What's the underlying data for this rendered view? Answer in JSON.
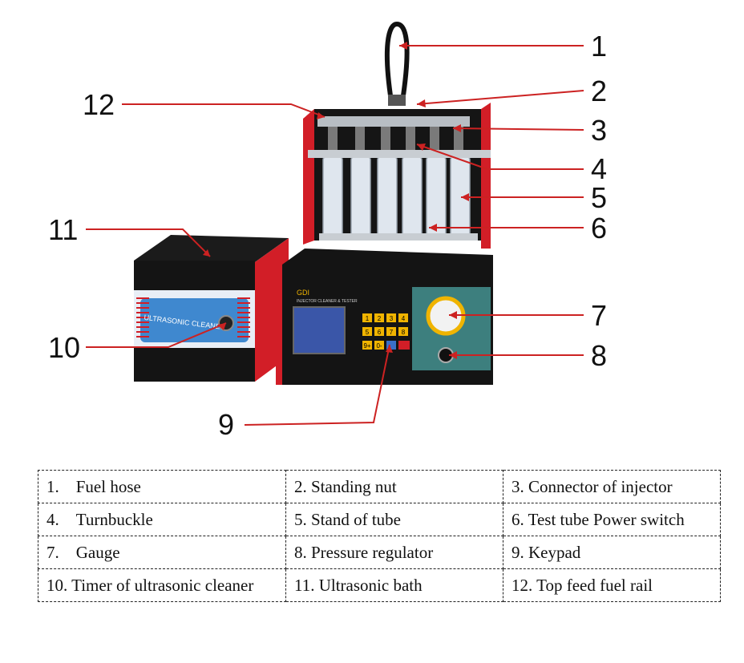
{
  "callouts": {
    "n1": "1",
    "n2": "2",
    "n3": "3",
    "n4": "4",
    "n5": "5",
    "n6": "6",
    "n7": "7",
    "n8": "8",
    "n9": "9",
    "n10": "10",
    "n11": "11",
    "n12": "12"
  },
  "machine_text": {
    "panel_model": "GDI",
    "panel_subtitle": "INJECTOR CLEANER & TESTER",
    "cleaner_label": "ULTRASONIC CLEANER",
    "keys": [
      "1",
      "2",
      "3",
      "4",
      "5",
      "6",
      "7",
      "8",
      "9+",
      "0-"
    ]
  },
  "legend": [
    [
      "1.    Fuel hose",
      "2. Standing nut",
      "3. Connector of injector"
    ],
    [
      "4.    Turnbuckle",
      "5. Stand of tube",
      "6. Test tube Power switch"
    ],
    [
      "7.    Gauge",
      "8. Pressure regulator",
      "9. Keypad"
    ],
    [
      "10. Timer of ultrasonic cleaner",
      "11. Ultrasonic bath",
      "12. Top feed fuel rail"
    ]
  ],
  "colors": {
    "frame_red": "#d21e27",
    "body_black": "#161616",
    "leader_red": "#cc2222",
    "cleaner_blue": "#3f88cf",
    "panel_teal": "#3d7f7e",
    "key_yellow": "#f0b400",
    "screen_blue": "#3a56a8"
  }
}
